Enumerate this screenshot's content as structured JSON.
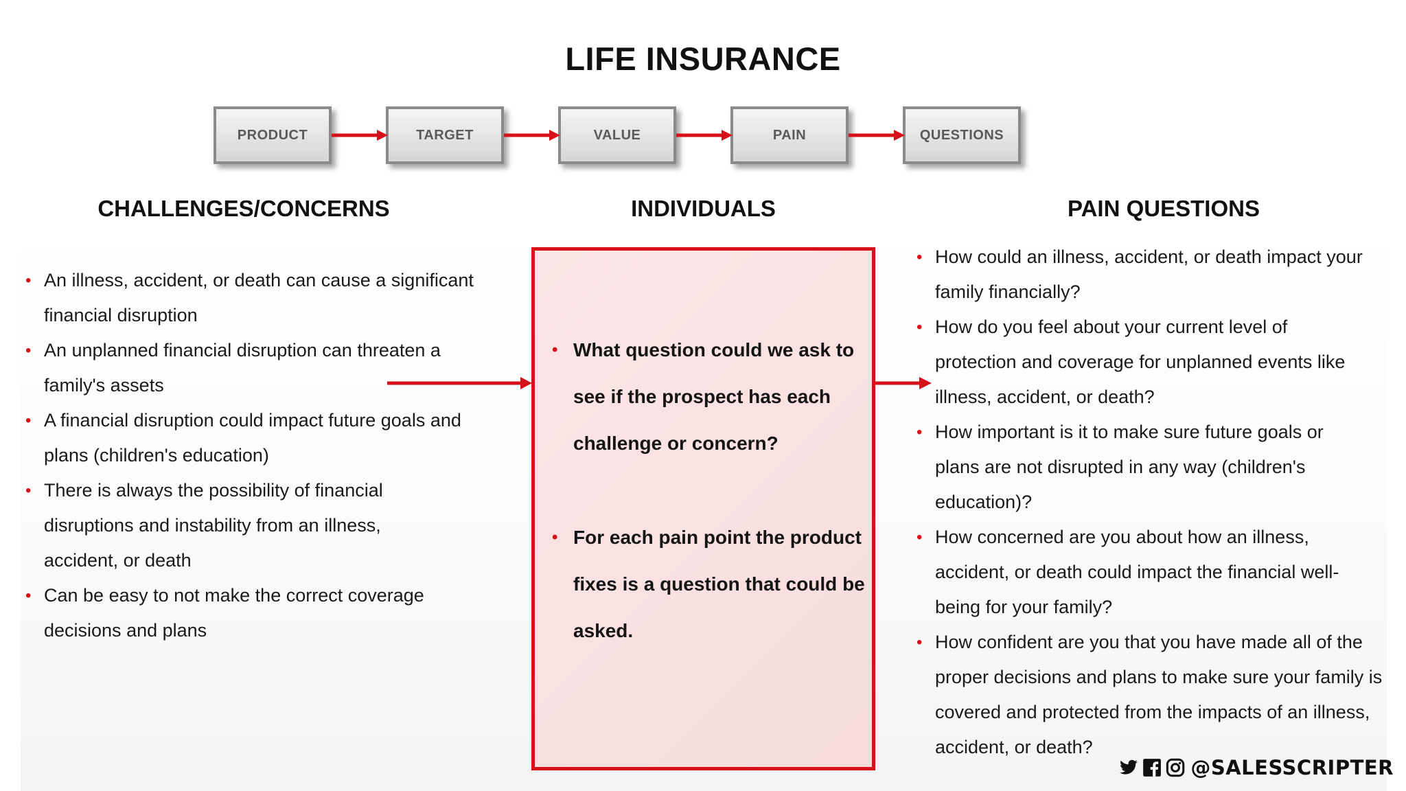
{
  "title": "LIFE INSURANCE",
  "flow": [
    {
      "label": "PRODUCT"
    },
    {
      "label": "TARGET"
    },
    {
      "label": "VALUE"
    },
    {
      "label": "PAIN"
    },
    {
      "label": "QUESTIONS"
    }
  ],
  "challenges": {
    "heading": "CHALLENGES/CONCERNS",
    "items": [
      {
        "text": "An illness, accident, or death can cause a significant financial disruption"
      },
      {
        "text": "An unplanned financial disruption can threaten a family's assets"
      },
      {
        "text": "A financial disruption could impact future goals and plans (children's education)"
      },
      {
        "text": "There is always the possibility of financial disruptions and instability from an illness, accident, or death"
      },
      {
        "text": "Can be easy to not make the correct coverage decisions and plans"
      }
    ]
  },
  "individuals": {
    "heading": "INDIVIDUALS",
    "items": [
      {
        "text": "What question could we ask to see if the prospect has each challenge or concern?"
      },
      {
        "text": "For each pain point the product fixes is a question that could be asked."
      }
    ]
  },
  "pain_questions": {
    "heading": "PAIN QUESTIONS",
    "items": [
      {
        "text": "How could an illness, accident, or death impact your family financially?"
      },
      {
        "text": "How do you feel about your current level of protection and coverage for unplanned events like illness, accident, or death?"
      },
      {
        "text": "How important is it to make sure future goals or plans are not disrupted in any way (children's education)?"
      },
      {
        "text": "How concerned are you about how an illness, accident, or death could impact the financial well-being for your family?"
      },
      {
        "text": "How confident are you that you have made all of the proper decisions and plans to make sure your family is covered and protected from the impacts of an illness, accident, or death?"
      }
    ]
  },
  "social": {
    "handle": "@SALESSCRIPTER",
    "icons": [
      "twitter-icon",
      "facebook-icon",
      "instagram-icon"
    ]
  },
  "colors": {
    "accent": "#d6111a",
    "box_border": "#8a8a8a",
    "box_text": "#5a5a5a",
    "center_fill": "#f9e0e1"
  }
}
